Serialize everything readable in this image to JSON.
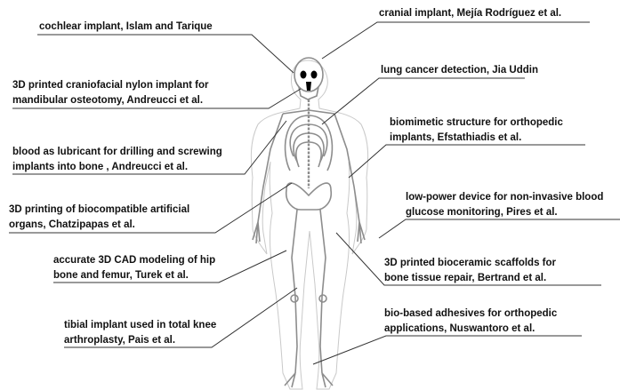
{
  "figure": {
    "annotations": [
      {
        "id": "cochlear",
        "lines": [
          "cochlear implant, Islam and Tarique"
        ]
      },
      {
        "id": "cranial",
        "lines": [
          "cranial implant, Mejía Rodríguez et al."
        ]
      },
      {
        "id": "craniofacial",
        "lines": [
          "3D printed craniofacial nylon implant for",
          "mandibular osteotomy, Andreucci et al."
        ]
      },
      {
        "id": "lung",
        "lines": [
          "lung cancer detection, Jia Uddin"
        ]
      },
      {
        "id": "biomimetic",
        "lines": [
          "biomimetic structure for orthopedic",
          "implants, Efstathiadis et al."
        ]
      },
      {
        "id": "blood",
        "lines": [
          "blood as lubricant for drilling and screwing",
          "implants into bone , Andreucci et al."
        ]
      },
      {
        "id": "organs",
        "lines": [
          "3D printing of biocompatible artificial",
          "organs, Chatzipapas et al."
        ]
      },
      {
        "id": "glucose",
        "lines": [
          "low-power device for non-invasive blood",
          "glucose monitoring, Pires et al."
        ]
      },
      {
        "id": "cad",
        "lines": [
          "accurate 3D CAD modeling  of hip",
          "bone and femur, Turek et al."
        ]
      },
      {
        "id": "scaffold",
        "lines": [
          "3D printed bioceramic scaffolds for",
          "bone tissue repair, Bertrand et al."
        ]
      },
      {
        "id": "adhesive",
        "lines": [
          "bio-based adhesives for orthopedic",
          "applications, Nuswantoro et al."
        ]
      },
      {
        "id": "knee",
        "lines": [
          "tibial implant used in total knee",
          "arthroplasty, Pais et al."
        ]
      }
    ],
    "colors": {
      "text": "#111111",
      "leader": "#333333",
      "bone": "#8a8a8a",
      "outline": "#c4c4c4",
      "skull_feature": "#000000"
    }
  }
}
